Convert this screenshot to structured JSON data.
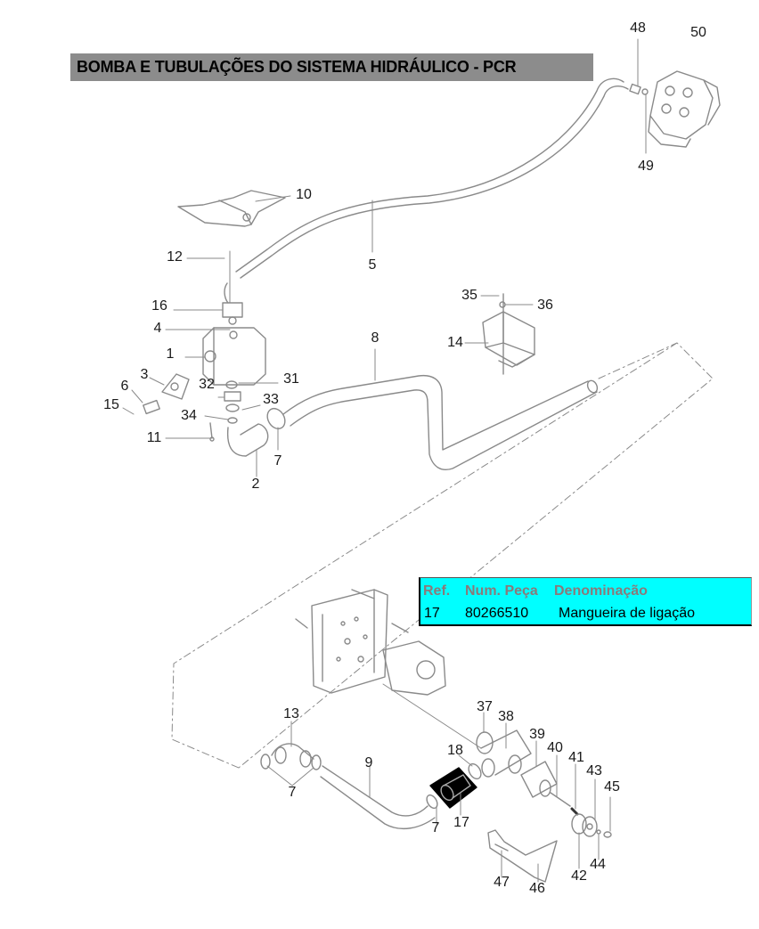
{
  "title": "BOMBA E TUBULAÇÕES DO SISTEMA HIDRÁULICO - PCR",
  "colors": {
    "title_background": "#8c8c8c",
    "table_background": "#00ffff",
    "table_header_text": "#8a7a7a",
    "highlighted_part": "#000000",
    "line_art": "#8a8a8a"
  },
  "parts_table": {
    "headers": {
      "ref": "Ref.",
      "part_number": "Num. Peça",
      "description": "Denominação"
    },
    "rows": [
      {
        "ref": "17",
        "part_number": "80266510",
        "description": "Mangueira de ligação"
      }
    ]
  },
  "highlighted_part_ref": "17",
  "callouts": {
    "c48": "48",
    "c50": "50",
    "c49": "49",
    "c10": "10",
    "c5": "5",
    "c12": "12",
    "c16": "16",
    "c4": "4",
    "c1": "1",
    "c3": "3",
    "c6": "6",
    "c15": "15",
    "c32": "32",
    "c31": "31",
    "c33": "33",
    "c34": "34",
    "c11": "11",
    "c2": "2",
    "c7a": "7",
    "c8": "8",
    "c35": "35",
    "c36": "36",
    "c14": "14",
    "c13": "13",
    "c7b": "7",
    "c9": "9",
    "c7c": "7",
    "c18": "18",
    "c17": "17",
    "c37": "37",
    "c38": "38",
    "c39": "39",
    "c40": "40",
    "c41": "41",
    "c43": "43",
    "c45": "45",
    "c42": "42",
    "c44": "44",
    "c47": "47",
    "c46": "46"
  }
}
